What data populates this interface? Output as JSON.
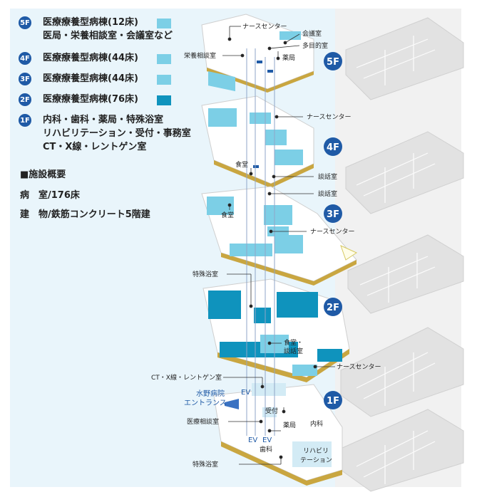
{
  "legend": {
    "floors": [
      {
        "badge": "5F",
        "line1": "医療療養型病棟(12床)",
        "line2": "医局・栄養相談室・会議室など",
        "swatch": "#7ccfe6"
      },
      {
        "badge": "4F",
        "line1": "医療療養型病棟(44床)",
        "swatch": "#7ccfe6"
      },
      {
        "badge": "3F",
        "line1": "医療療養型病棟(44床)",
        "swatch": "#7ccfe6"
      },
      {
        "badge": "2F",
        "line1": "医療療養型病棟(76床)",
        "swatch": "#0f93bd"
      },
      {
        "badge": "1F",
        "line1": "内科・歯科・薬局・特殊浴室",
        "line2": "リハビリテーション・受付・事務室",
        "line3": "CT・X線・レントゲン室"
      }
    ]
  },
  "overview": {
    "title": "■施設概要",
    "beds": "病　室/176床",
    "structure": "建　物/鉄筋コンクリート5階建"
  },
  "floor_badges": [
    "5F",
    "4F",
    "3F",
    "2F",
    "1F"
  ],
  "labels": {
    "f5_nurse": "ナースセンター",
    "f5_meeting": "会議室",
    "f5_multi": "多目的室",
    "f5_nutrition": "栄養相談室",
    "f5_pharmacy": "薬局",
    "f4_nurse": "ナースセンター",
    "f4_dining": "食堂",
    "f4_talk": "談話室",
    "f3_talk": "談話室",
    "f3_dining": "食堂",
    "f3_nurse": "ナースセンター",
    "f2_bath": "特殊浴室",
    "f2_dining1": "食堂・",
    "f2_dining2": "談話室",
    "f2_nurse": "ナースセンター",
    "f1_ct": "CT・X線・レントゲン室",
    "f1_entrance1": "水野病院",
    "f1_entrance2": "エントランス",
    "f1_ev1": "EV",
    "f1_reception": "受付",
    "f1_consult": "医療相談室",
    "f1_pharmacy": "薬局",
    "f1_internal": "内科",
    "f1_ev2": "EV",
    "f1_ev3": "EV",
    "f1_dental": "歯科",
    "f1_rehab1": "リハビリ",
    "f1_rehab2": "テーション",
    "f1_bath": "特殊浴室"
  },
  "colors": {
    "badge": "#1f5aa6",
    "ward_light": "#7ccfe6",
    "ward_dark": "#0f93bd",
    "floor_plate": "#ffffff",
    "floor_edge": "#c9a640"
  }
}
